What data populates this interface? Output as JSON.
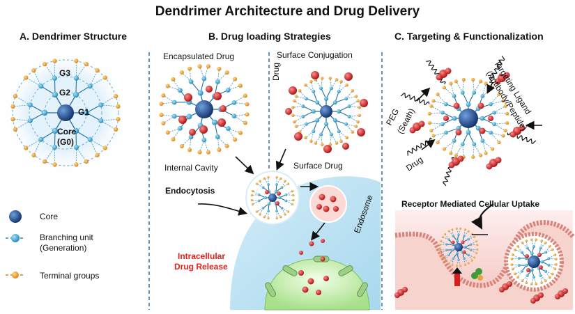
{
  "title": "Dendrimer Architecture and Drug Delivery",
  "sections": {
    "a": {
      "title": "A. Dendrimer Structure",
      "labels": {
        "g3": "G3",
        "g2": "G2",
        "g1": "G1",
        "core": "Core",
        "g0": "(G0)"
      }
    },
    "b": {
      "title": "B. Drug loading Strategies",
      "encapsulated": "Encapsulated Drug",
      "surface_conjugation": "Surface Conjugation",
      "drug": "Drug",
      "internal_cavity": "Internal Cavity",
      "surface_drug": "Surface Drug",
      "endocytosis": "Endocytosis",
      "endosome": "Endosome",
      "release_line1": "Intracellular",
      "release_line2": "Drug Release"
    },
    "c": {
      "title": "C. Targeting & Functionalization",
      "peg_line1": "PEG",
      "peg_line2": "(Seath)",
      "ligand_line1": "Targeting Ligand",
      "ligand_line2": "(Antibody/Peptide)",
      "drug": "Drug",
      "uptake_title": "Receptor Mediated Cellular Uptake"
    }
  },
  "legend": {
    "core": "Core",
    "branch_line1": "Branching unit",
    "branch_line2": "(Generation)",
    "terminal": "Terminal groups"
  },
  "colors": {
    "core": "#1f4f8f",
    "branch": "#2f9fcf",
    "terminal": "#f2a62a",
    "drug": "#d81e1e",
    "divider": "#2f6f9f",
    "cell": "#bfe3f3",
    "endosome": "#f7d3cf",
    "nucleus": "#c9f0b4",
    "membrane": "#e79a92"
  }
}
